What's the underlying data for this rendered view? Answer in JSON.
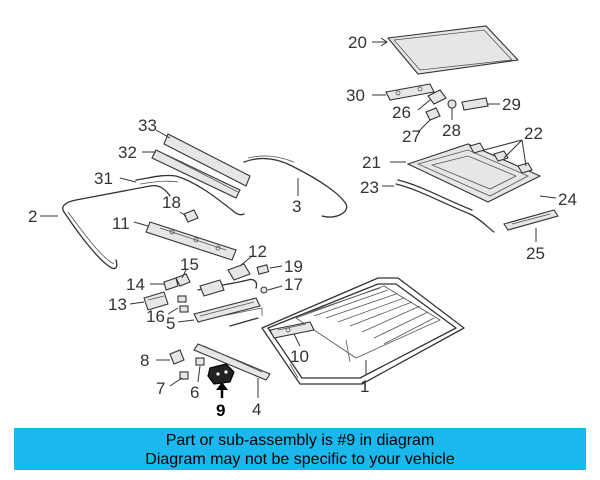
{
  "highlighted_part": "9",
  "callouts": {
    "c1": "1",
    "c2": "2",
    "c3": "3",
    "c4": "4",
    "c5": "5",
    "c6": "6",
    "c7": "7",
    "c8": "8",
    "c9": "9",
    "c10": "10",
    "c11": "11",
    "c12": "12",
    "c13": "13",
    "c14": "14",
    "c15": "15",
    "c16": "16",
    "c17": "17",
    "c18": "18",
    "c19": "19",
    "c20": "20",
    "c21": "21",
    "c22": "22",
    "c23": "23",
    "c24": "24",
    "c25": "25",
    "c26": "26",
    "c27": "27",
    "c28": "28",
    "c29": "29",
    "c30": "30",
    "c31": "31",
    "c32": "32",
    "c33": "33"
  },
  "banner": {
    "line1": "Part or sub-assembly is #9 in diagram",
    "line2": "Diagram may not be specific to your vehicle",
    "background": "#1ab8ec"
  },
  "colors": {
    "line": "#333333",
    "highlight": "#000000"
  }
}
